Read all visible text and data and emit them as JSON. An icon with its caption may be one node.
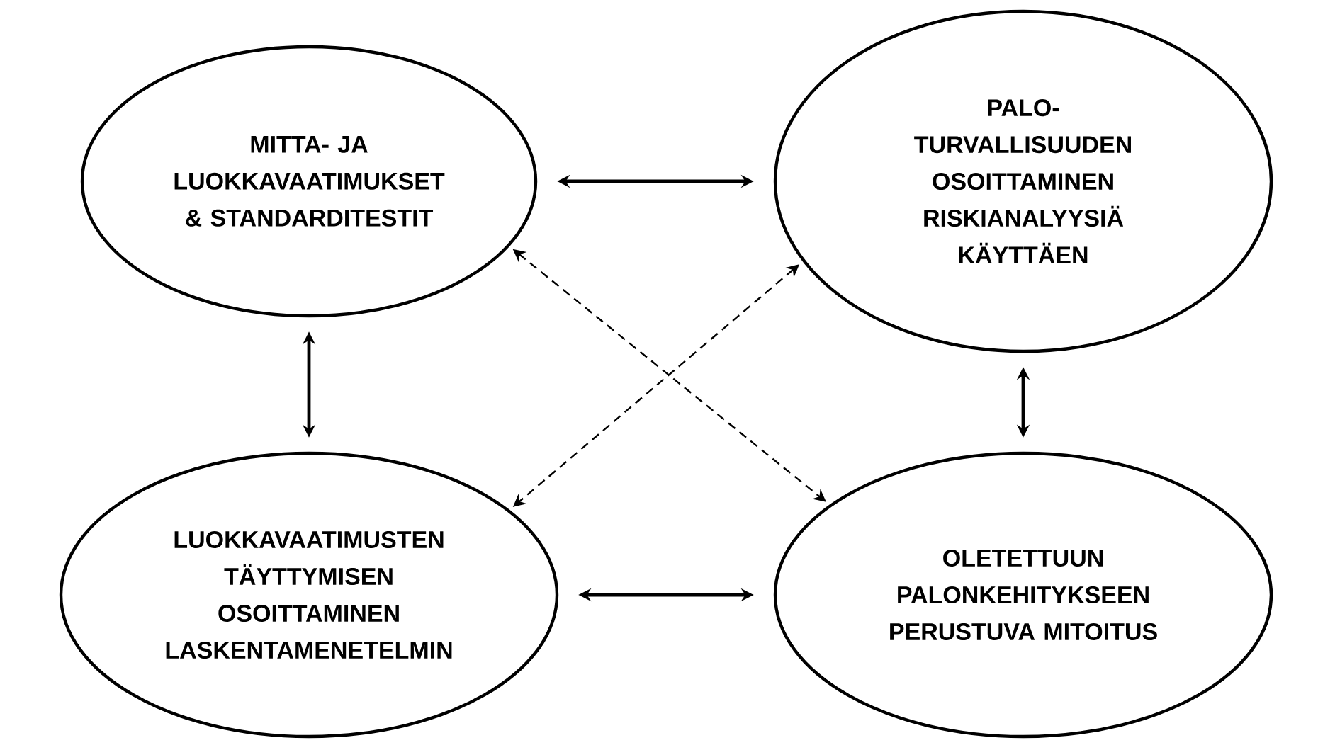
{
  "diagram": {
    "nodes": [
      {
        "text": [
          "MITTA- JA LUOKKAVAATIMUKSET & STANDARDITESTIT"
        ]
      },
      {
        "text": [
          "PALO- TURVALLISUUDEN OSOITTAMINEN RISKIANALYYSIÄ KÄYTTÄEN"
        ]
      },
      {
        "text": [
          "LUOKKAVAATIMUSTEN TÄYTTYMISEN OSOITTAMINEN LASKENTAMENETELMIN"
        ]
      },
      {
        "text": [
          "OLETETTUUN PALONKEHITYKSEEN PERUSTUVA MITOITUS"
        ]
      }
    ],
    "edges": [
      {
        "from": 0,
        "to": 1,
        "arrow": "both"
      },
      {
        "from": 0,
        "to": 2,
        "arrow": "both"
      },
      {
        "from": 1,
        "to": 3,
        "arrow": "both"
      },
      {
        "from": 0,
        "to": 3,
        "arrow": "both",
        "style": "dashed"
      },
      {
        "from": 1,
        "to": 2,
        "arrow": "both",
        "style": "dashed"
      },
      {
        "from": 2,
        "to": 3,
        "arrow": "both"
      }
    ]
  }
}
